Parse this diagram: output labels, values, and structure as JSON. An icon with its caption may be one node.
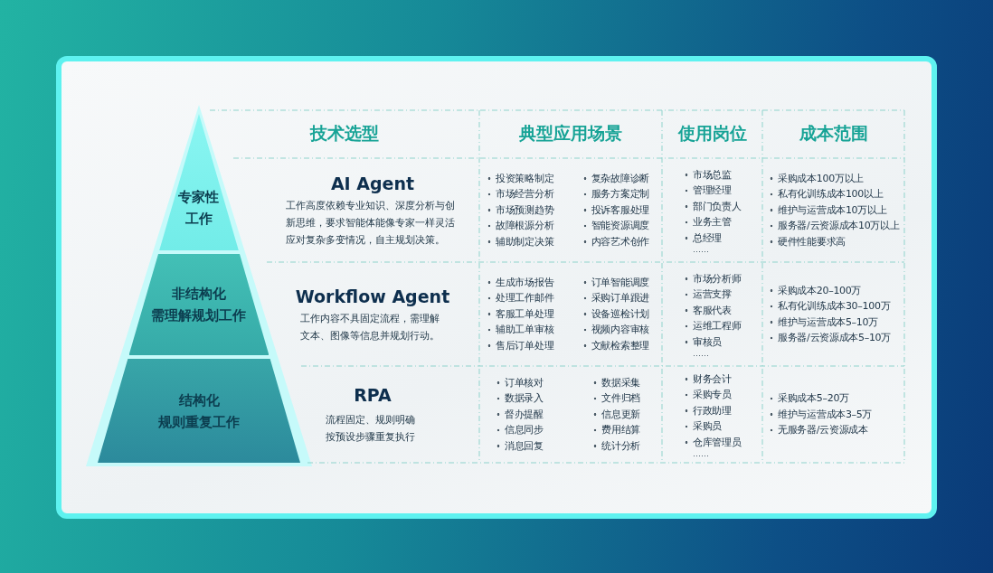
{
  "diagram": {
    "nodes": [
      {
        "text": [
          "专家性",
          "工作"
        ]
      },
      {
        "text": [
          "非结构化",
          "需理解规划工作"
        ]
      },
      {
        "text": [
          "结构化",
          "规则重复工作"
        ]
      }
    ],
    "labels": [
      "技术选型",
      "典型应用场景",
      "使用岗位",
      "成本范围",
      "AI Agent",
      "工作高度依赖专业知识、深度分析与创新思维，要求智能体能像专家一样灵活应对复杂多变情况，自主规划决策。",
      "投资策略制定",
      "市场经营分析",
      "市场预测趋势",
      "故障根源分析",
      "辅助制定决策",
      "复杂故障诊断",
      "服务方案定制",
      "投诉客服处理",
      "智能资源调度",
      "内容艺术创作",
      "市场总监",
      "管理经理",
      "部门负责人",
      "业务主管",
      "总经理",
      "……",
      "采购成本100万以上",
      "私有化训练成本100以上",
      "维护与运营成本10万以上",
      "服务器/云资源成本10万以上",
      "硬件性能要求高",
      "Workflow Agent",
      "工作内容不具固定流程，需理解文本、图像等信息并规划行动。",
      "生成市场报告",
      "处理工作邮件",
      "客服工单处理",
      "辅助工单审核",
      "售后订单处理",
      "订单智能调度",
      "采购订单跟进",
      "设备巡检计划",
      "视频内容审核",
      "文献检索整理",
      "市场分析师",
      "运营支撑",
      "客服代表",
      "运维工程师",
      "审核员",
      "……",
      "采购成本20–100万",
      "私有化训练成本30–100万",
      "维护与运营成本5–10万",
      "服务器/云资源成本5–10万",
      "RPA",
      "流程固定、规则明确按预设步骤重复执行",
      "订单核对",
      "数据录入",
      "督办提醒",
      "信息同步",
      "消息回复",
      "数据采集",
      "文件归档",
      "信息更新",
      "费用结算",
      "统计分析",
      "财务会计",
      "采购专员",
      "行政助理",
      "采购员",
      "仓库管理员",
      "……",
      "采购成本5–20万",
      "维护与运营成本3–5万",
      "无服务器/云资源成本"
    ]
  }
}
